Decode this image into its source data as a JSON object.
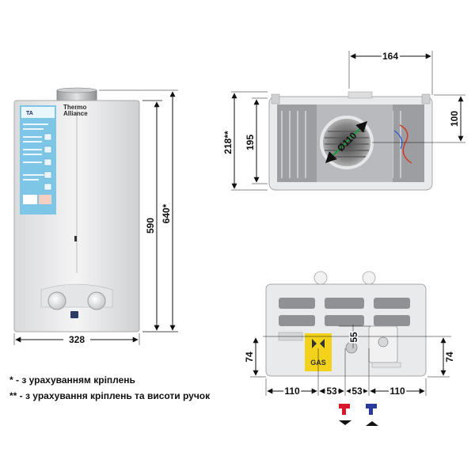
{
  "front_view": {
    "brand_top": "Thermo",
    "brand_bottom": "Alliance",
    "dims": {
      "height_body": "590",
      "height_total": "640*",
      "width": "328"
    }
  },
  "top_view": {
    "dims": {
      "width": "164",
      "depth_total": "218**",
      "depth_body": "195",
      "flue_offset": "100",
      "flue_diameter": "Ø110"
    }
  },
  "bottom_view": {
    "gas_label": "GAS",
    "dims": {
      "left_edge": "110",
      "gap_left": "53",
      "gap_right": "53",
      "right_edge": "110",
      "height_left": "74",
      "height_right": "74",
      "pipe_offset": "55"
    }
  },
  "notes": {
    "note1": "* - з урахуванням кріплень",
    "note2": "** - з урахування кріплень та висоти ручок"
  },
  "colors": {
    "hot": "#d8182a",
    "cold": "#2a3a9a",
    "gas": "#f2d21a",
    "panel": "#7ec6e6"
  }
}
